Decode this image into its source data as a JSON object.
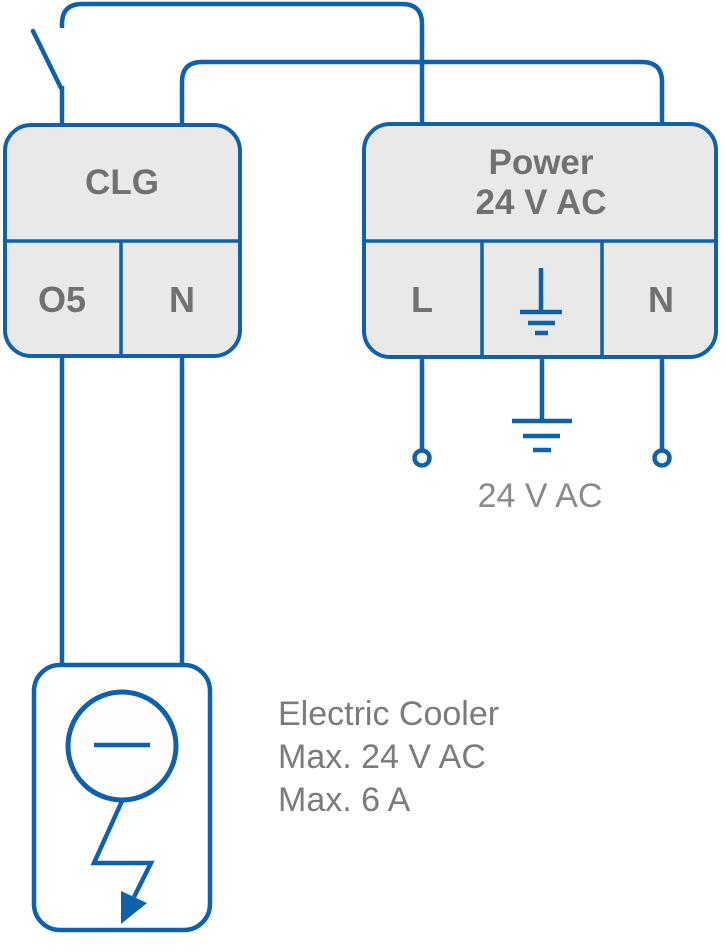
{
  "colors": {
    "wire_blue": "#0f61aa",
    "box_fill": "#e9e9e9",
    "box_label_gray": "#717171",
    "annotation_gray": "#7b7b7b",
    "supply_label_gray": "#8a8a8a",
    "terminal_circle_fill": "#ffffff"
  },
  "clg_box": {
    "title": "CLG",
    "terminal_o5": "O5",
    "terminal_n": "N"
  },
  "power_box": {
    "title_line1": "Power",
    "title_line2": "24 V AC",
    "terminal_l": "L",
    "terminal_n": "N"
  },
  "supply": {
    "label": "24 V AC"
  },
  "load": {
    "name": "Electric Cooler",
    "max_voltage": "Max. 24 V AC",
    "max_current": "Max. 6 A"
  },
  "icons": {
    "switch": "switch-contact-icon",
    "earth_terminal": "earth-ground-icon",
    "earth_external": "earth-ground-icon",
    "load_device": "load-device-circle-icon",
    "lightning": "lightning-arrow-icon",
    "open_terminals": "open-terminal-dot-icon"
  }
}
